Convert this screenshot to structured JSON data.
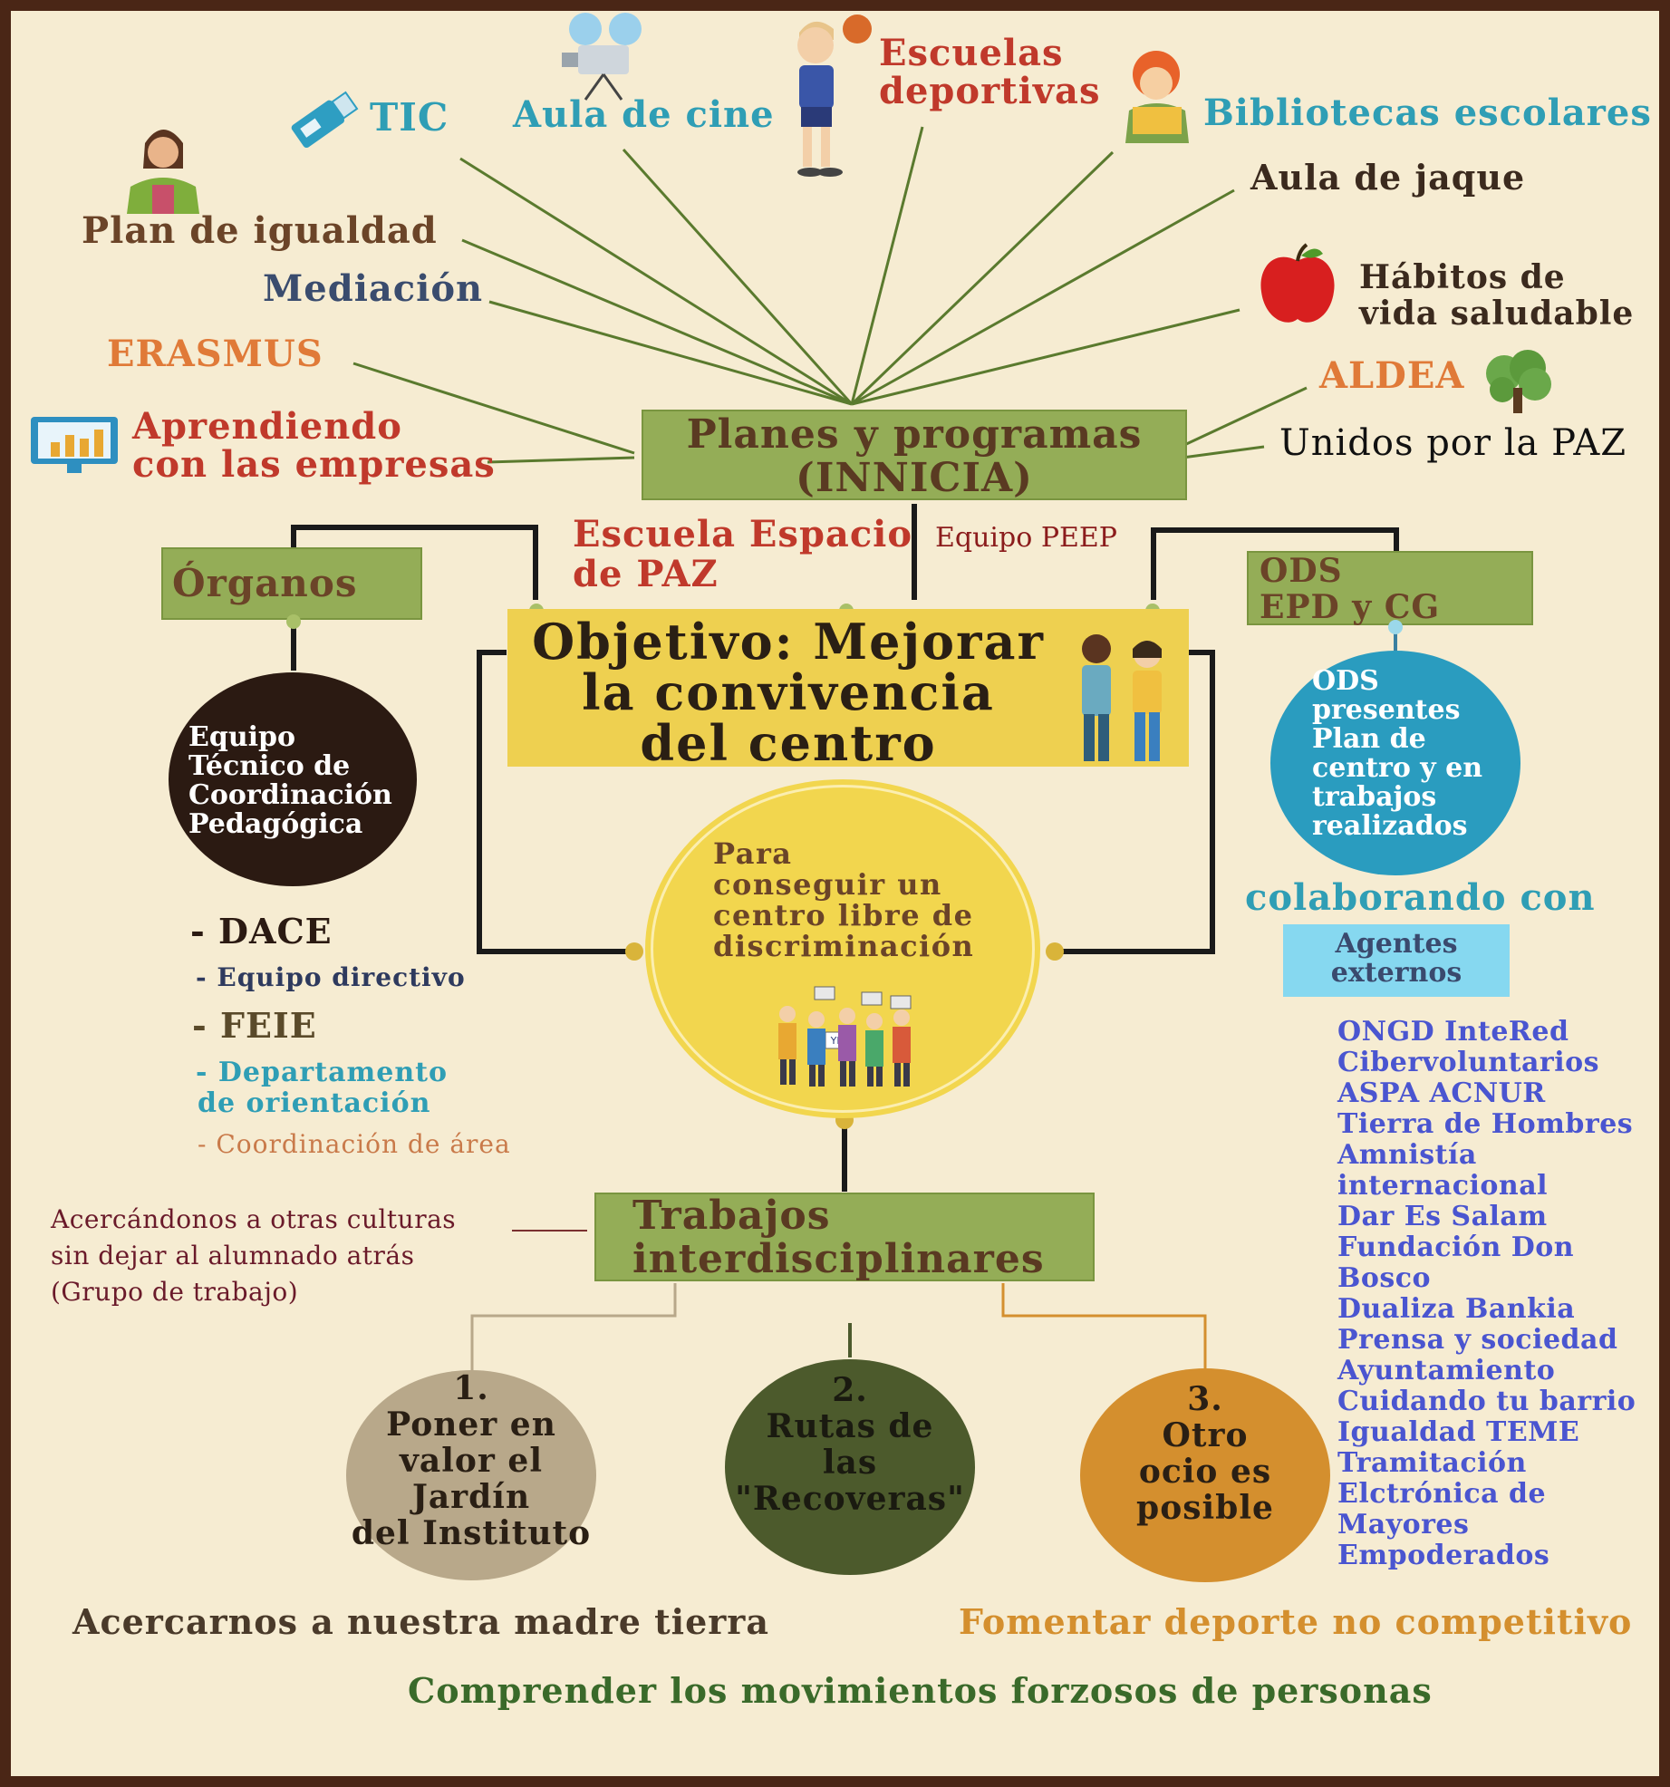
{
  "programs": {
    "tic": "TIC",
    "aula_cine": "Aula de cine",
    "escuelas_deportivas": [
      "Escuelas",
      "deportivas"
    ],
    "bibliotecas": "Bibliotecas escolares",
    "aula_jaque": "Aula de jaque",
    "habitos": [
      "Hábitos de",
      "vida saludable"
    ],
    "plan_igualdad": "Plan de igualdad",
    "mediacion": "Mediación",
    "erasmus": "ERASMUS",
    "aprendiendo": [
      "Aprendiendo",
      "con las empresas"
    ],
    "aldea": "ALDEA",
    "unidos": "Unidos por la PAZ"
  },
  "planes": {
    "title": [
      "Planes y programas",
      "(INNICIA)"
    ]
  },
  "escuela_paz": [
    "Escuela Espacio",
    "de PAZ"
  ],
  "equipo_peep": "Equipo PEEP",
  "organos": {
    "title": "Órganos",
    "circle": [
      "Equipo",
      "Técnico de",
      "Coordinación",
      "Pedagógica"
    ],
    "list": [
      "- DACE",
      "- Equipo directivo",
      "- FEIE",
      "- Departamento",
      "de orientación",
      "- Coordinación de área"
    ]
  },
  "ods": {
    "title": [
      "ODS",
      "EPD y CG"
    ],
    "circle": [
      "ODS",
      "presentes",
      "Plan de",
      "centro y en",
      "trabajos",
      "realizados"
    ],
    "colaborando": "colaborando con",
    "agentes": [
      "Agentes",
      "externos"
    ],
    "agents_list": [
      "ONGD InteRed",
      "Cibervoluntarios",
      "ASPA ACNUR",
      "Tierra de Hombres",
      "Amnistía",
      "internacional",
      "Dar Es Salam",
      "Fundación Don",
      "Bosco",
      "Dualiza Bankia",
      "Prensa y sociedad",
      "Ayuntamiento",
      "Cuidando tu barrio",
      "Igualdad TEME",
      "Tramitación",
      "Elctrónica de",
      "Mayores",
      "Empoderados"
    ]
  },
  "objetivo": [
    "Objetivo: Mejorar",
    "la convivencia",
    "del centro"
  ],
  "para": [
    "Para",
    "conseguir un",
    "centro libre de",
    "discriminación"
  ],
  "sign_text": "YES",
  "trabajos": {
    "title": [
      "Trabajos",
      "interdisciplinares"
    ],
    "left_note": [
      "Acercándonos a otras culturas",
      "sin dejar al alumnado atrás",
      "(Grupo de trabajo)"
    ],
    "item1": [
      "1.",
      "Poner en",
      "valor el",
      "Jardín",
      "del Instituto"
    ],
    "item2": [
      "2.",
      "Rutas de",
      "las",
      "\"Recoveras\""
    ],
    "item3": [
      "3.",
      "Otro",
      "ocio es",
      "posible"
    ]
  },
  "bottom": {
    "left": "Acercarnos a nuestra madre tierra",
    "right": "Fomentar deporte no competitivo",
    "center": "Comprender los movimientos forzosos de personas"
  },
  "colors": {
    "border": "#4a2616",
    "background": "#f6ecd2",
    "olive_box": "#94ad57",
    "line_green": "#5a7a2e",
    "objetivo_yellow": "#eed050",
    "para_circle": "#f2d64e",
    "organos_circle": "#2b1a12",
    "ods_circle": "#2a9cbf",
    "agentes_box": "#86d8f0",
    "agents_text": "#4a55d0",
    "item1": "#b8a88a",
    "item2": "#4c5a2c",
    "item3": "#d48f2e"
  },
  "icons": [
    "person-female-icon",
    "usb-drive-icon",
    "film-projector-icon",
    "boy-basketball-icon",
    "girl-reading-icon",
    "apple-icon",
    "tree-icon",
    "monitor-chart-icon",
    "couple-icon",
    "protest-group-icon"
  ]
}
